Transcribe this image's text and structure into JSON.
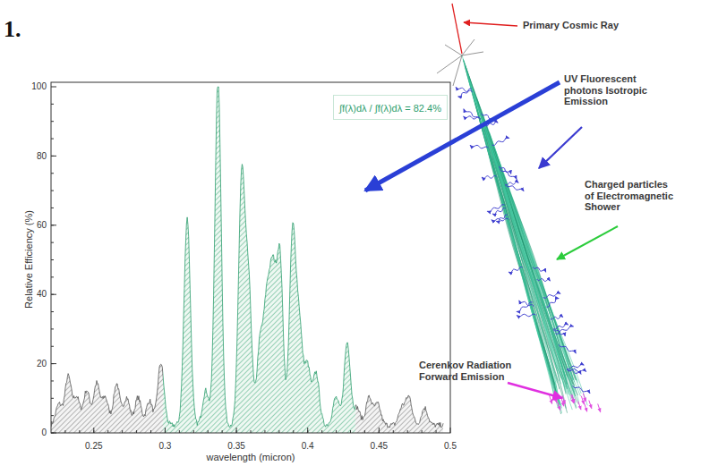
{
  "diagram": {
    "nodes": [
      {
        "text": [
          "∫f(λ)dλ / ∫f(λ)dλ = 82.4%"
        ]
      }
    ],
    "labels": [
      "1.",
      "Relative Efficiency (%)",
      "wavelength (micron)",
      "0",
      "20",
      "40",
      "60",
      "80",
      "100",
      "0.25",
      "0.3",
      "0.35",
      "0.4",
      "0.45",
      "0.5",
      "Primary Cosmic Ray",
      "UV Fluorescent photons Isotropic Emission",
      "Charged particles of Electromagnetic Shower",
      "Cerenkov Radiation Forward Emission"
    ]
  }
}
